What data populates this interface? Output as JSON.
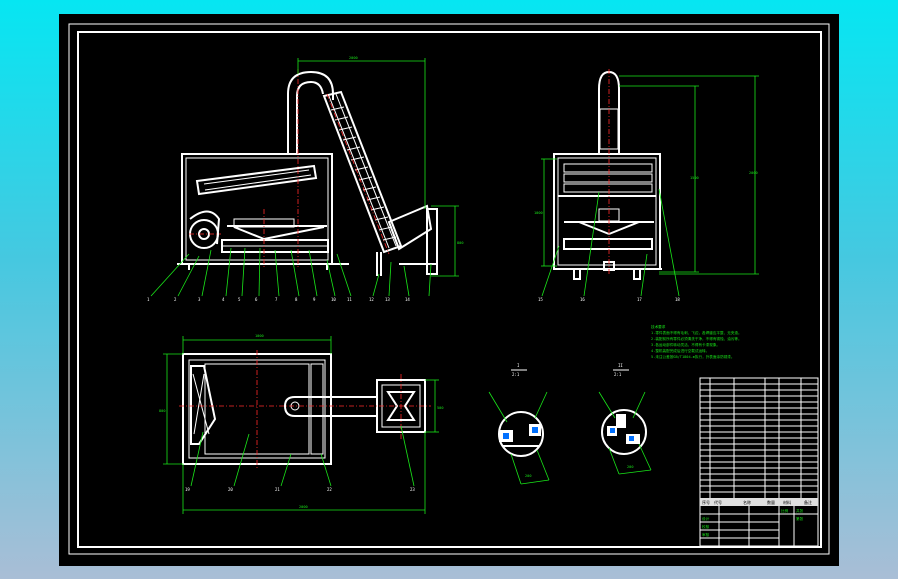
{
  "drawing": {
    "colors": {
      "background": "#000000",
      "outline": "#ffffff",
      "dimension": "#19e619",
      "centerline": "#ff2a2a",
      "desktop_top": "#06e6f2",
      "desktop_bottom": "#a9bed6"
    },
    "front_view": {
      "dim_top": "2000",
      "dim_right": "800",
      "part_numbers": [
        "1",
        "2",
        "3",
        "4",
        "5",
        "6",
        "7",
        "8",
        "9",
        "10",
        "11",
        "12",
        "13",
        "14"
      ]
    },
    "side_view": {
      "dim_left": "1000",
      "dim_mid": "1500",
      "dim_right": "2000",
      "part_numbers": [
        "15",
        "16",
        "17",
        "18"
      ]
    },
    "plan_view": {
      "dim_top": "1000",
      "dim_left": "800",
      "dim_bottom": "2000",
      "dim_right": "500",
      "part_numbers": [
        "19",
        "20",
        "21",
        "22",
        "23"
      ]
    },
    "detail_a": {
      "title": "I",
      "scale": "2:1",
      "dim": "200"
    },
    "detail_b": {
      "title": "II",
      "scale": "2:1",
      "dim": "200"
    },
    "notes": {
      "heading": "技术要求",
      "lines": [
        "1.零件表面不得有毛刺、飞边，各焊缝应平整、无夹渣。",
        "2.装配前所有零件必须清洗干净，不得有锈蚀、油污等。",
        "3.各运动部件转动灵活，不得有卡滞现象。",
        "4.整机装配完成后进行空载试运转。",
        "5.未注公差按GB/T1804-m执行，外表面涂防锈漆。"
      ]
    },
    "title_block": {
      "header": [
        "序号",
        "代号",
        "名称",
        "数量",
        "材料",
        "备注"
      ],
      "rows": 20,
      "footer": [
        "设计",
        "校核",
        "审核",
        "比例",
        "共张",
        "第张"
      ]
    }
  }
}
